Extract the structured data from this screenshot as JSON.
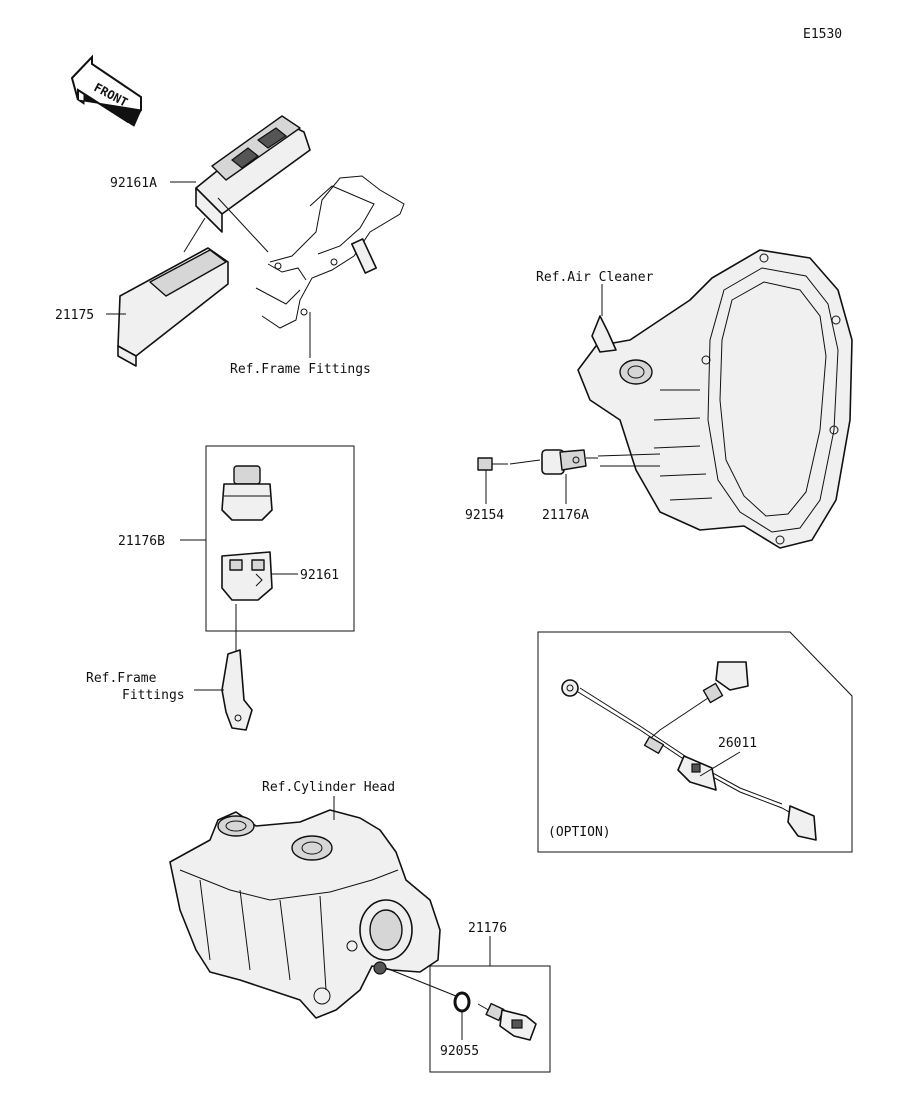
{
  "diagram_code": "E1530",
  "front_label": "FRONT",
  "callouts": {
    "p92161A": "92161A",
    "p21175": "21175",
    "ref_frame_fittings_top": "Ref.Frame Fittings",
    "ref_air_cleaner": "Ref.Air Cleaner",
    "p92154": "92154",
    "p21176A": "21176A",
    "p21176B": "21176B",
    "p92161": "92161",
    "ref_frame_line1": "Ref.Frame",
    "ref_frame_line2": "Fittings",
    "p26011": "26011",
    "option": "(OPTION)",
    "ref_cylinder_head": "Ref.Cylinder Head",
    "p21176": "21176",
    "p92055": "92055"
  }
}
